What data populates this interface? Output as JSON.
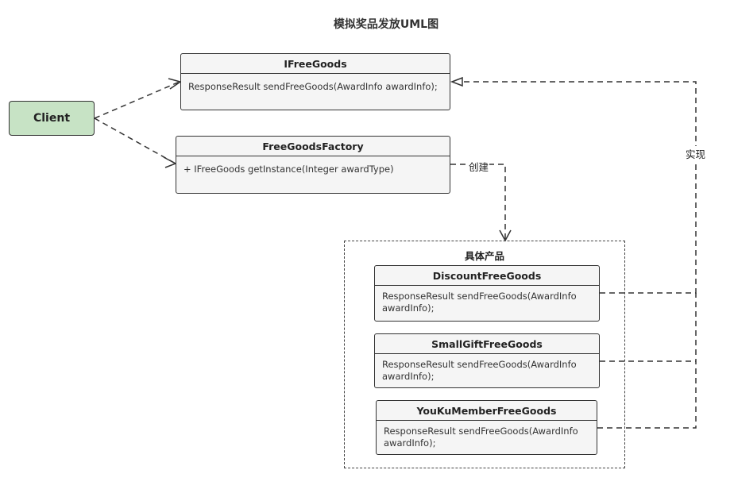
{
  "title": "模拟奖品发放UML图",
  "client": {
    "label": "Client"
  },
  "interface": {
    "name": "IFreeGoods",
    "method": "ResponseResult sendFreeGoods(AwardInfo awardInfo);"
  },
  "factory": {
    "name": "FreeGoodsFactory",
    "method": "+ IFreeGoods getInstance(Integer awardType)"
  },
  "group": {
    "label": "具体产品"
  },
  "products": [
    {
      "name": "DiscountFreeGoods",
      "method": "ResponseResult sendFreeGoods(AwardInfo awardInfo);"
    },
    {
      "name": "SmallGiftFreeGoods",
      "method": "ResponseResult sendFreeGoods(AwardInfo awardInfo);"
    },
    {
      "name": "YouKuMemberFreeGoods",
      "method": "ResponseResult sendFreeGoods(AwardInfo awardInfo);"
    }
  ],
  "edges": {
    "create_label": "创建",
    "implement_label": "实现"
  },
  "colors": {
    "client_fill": "#c7e3c5",
    "class_fill": "#f5f5f5",
    "line": "#333333"
  }
}
